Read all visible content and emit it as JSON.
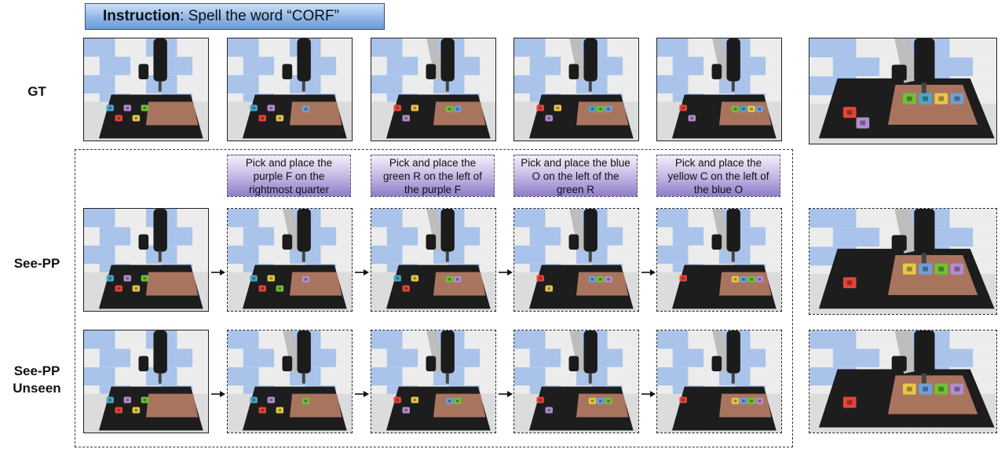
{
  "instruction": {
    "label": "Instruction",
    "text": ": Spell the word “CORF”"
  },
  "rows": [
    {
      "label_lines": [
        "GT"
      ]
    },
    {
      "label_lines": [
        "See-PP"
      ]
    },
    {
      "label_lines": [
        "See-PP",
        "Unseen"
      ]
    }
  ],
  "captions": [
    "Pick and place the purple F on the rightmost quarter",
    "Pick and place the green R on the left of the purple F",
    "Pick and place the blue O on the left of the green R",
    "Pick and place the yellow C on the left of the blue O"
  ],
  "colors": {
    "sky_blue": "#a9c3ea",
    "floor_white": "#ececec",
    "table": "#1d1d1d",
    "board": "#a9745e",
    "robot_dark": "#1b1b1b",
    "robot_grey": "#bdbdbd",
    "letter_purple": "#b28dd0",
    "letter_green": "#6fbf3c",
    "letter_blue": "#6d9fd7",
    "letter_yellow": "#e6c74a",
    "letter_red": "#e3453b",
    "letter_teal": "#4aa6c8"
  },
  "icons": [
    "right-arrow-icon"
  ]
}
